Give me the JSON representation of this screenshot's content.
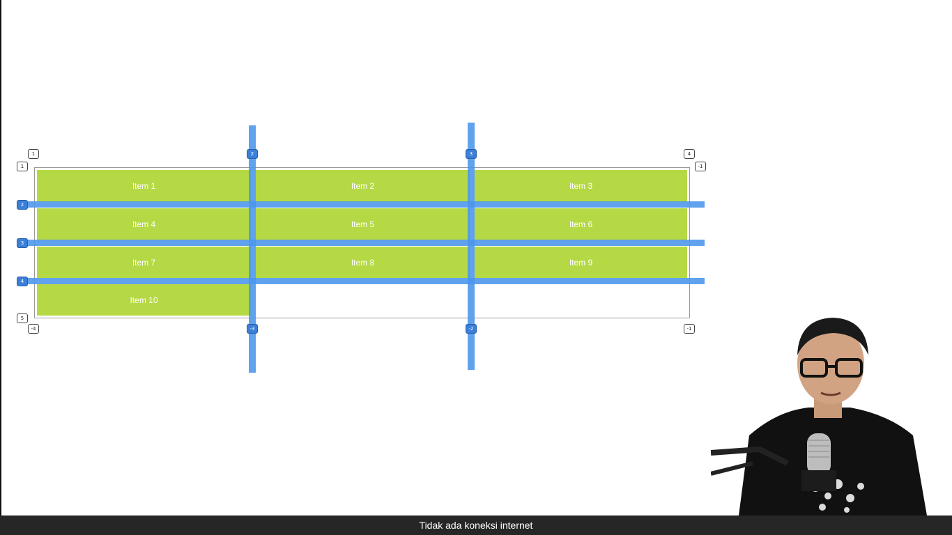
{
  "grid": {
    "items": [
      "Item 1",
      "Item 2",
      "Item 3",
      "Item 4",
      "Item 5",
      "Item 6",
      "Item 7",
      "Item 8",
      "Item 9",
      "Item 10"
    ],
    "top_labels": [
      "1",
      "2",
      "3",
      "4"
    ],
    "row_labels": [
      "1",
      "2",
      "3",
      "4",
      "5"
    ],
    "bottom_labels": [
      "-4",
      "-3",
      "-2",
      "-1"
    ],
    "right_top_label": "-1",
    "item_color": "#b5d945",
    "line_color": "#4a95ec"
  },
  "status": {
    "text": "Tidak ada koneksi internet"
  }
}
